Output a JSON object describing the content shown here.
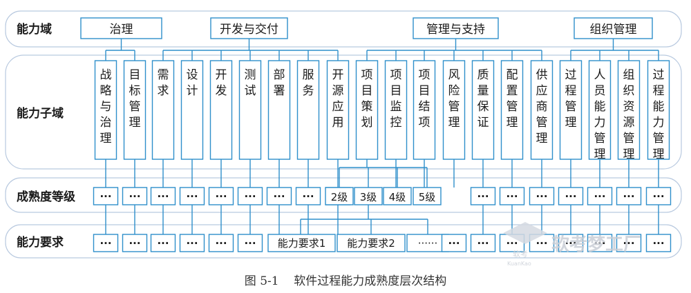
{
  "rows": {
    "domain": "能力域",
    "subdomain": "能力子域",
    "level": "成熟度等级",
    "requirement": "能力要求"
  },
  "domains": [
    "治理",
    "开发与交付",
    "管理与支持",
    "组织管理"
  ],
  "subdomains": [
    "战略与治理",
    "目标管理",
    "需求",
    "设计",
    "开发",
    "测试",
    "部署",
    "服务",
    "开源应用",
    "项目策划",
    "项目监控",
    "项目结项",
    "风险管理",
    "质量保证",
    "配置管理",
    "供应商管理",
    "过程管理",
    "人员能力管理",
    "组织资源管理",
    "过程能力管理"
  ],
  "ellipsis": "···",
  "levels": [
    "2级",
    "3级",
    "4级",
    "5级"
  ],
  "requirements": [
    "能力要求1",
    "能力要求2",
    "······"
  ],
  "caption": "图 5-1    软件过程能力成熟度层次结构",
  "watermark": {
    "brand": "软考梦工厂",
    "small": "软考",
    "latin": "KuanKao"
  }
}
